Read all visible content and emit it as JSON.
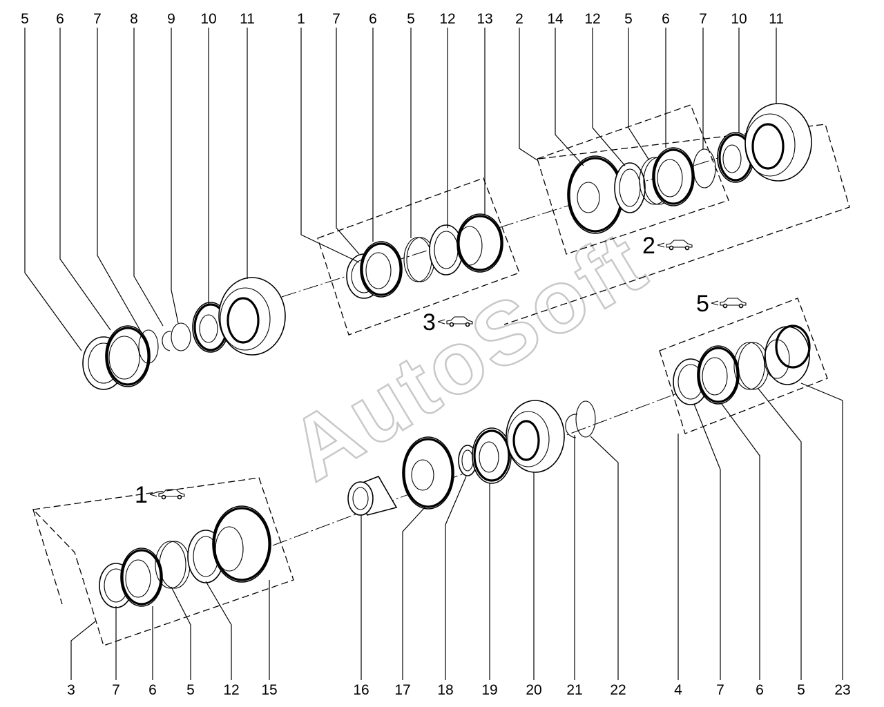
{
  "watermark": "AutoSoft",
  "callouts_top": [
    {
      "id": "t1",
      "label": "5"
    },
    {
      "id": "t2",
      "label": "6"
    },
    {
      "id": "t3",
      "label": "7"
    },
    {
      "id": "t4",
      "label": "8"
    },
    {
      "id": "t5",
      "label": "9"
    },
    {
      "id": "t6",
      "label": "10"
    },
    {
      "id": "t7",
      "label": "11"
    },
    {
      "id": "t8",
      "label": "1"
    },
    {
      "id": "t9",
      "label": "7"
    },
    {
      "id": "t10",
      "label": "6"
    },
    {
      "id": "t11",
      "label": "5"
    },
    {
      "id": "t12",
      "label": "12"
    },
    {
      "id": "t13",
      "label": "13"
    },
    {
      "id": "t14",
      "label": "2"
    },
    {
      "id": "t15",
      "label": "14"
    },
    {
      "id": "t16",
      "label": "12"
    },
    {
      "id": "t17",
      "label": "5"
    },
    {
      "id": "t18",
      "label": "6"
    },
    {
      "id": "t19",
      "label": "7"
    },
    {
      "id": "t20",
      "label": "10"
    },
    {
      "id": "t21",
      "label": "11"
    }
  ],
  "callouts_bottom": [
    {
      "id": "b1",
      "label": "3"
    },
    {
      "id": "b2",
      "label": "7"
    },
    {
      "id": "b3",
      "label": "6"
    },
    {
      "id": "b4",
      "label": "5"
    },
    {
      "id": "b5",
      "label": "12"
    },
    {
      "id": "b6",
      "label": "15"
    },
    {
      "id": "b7",
      "label": "16"
    },
    {
      "id": "b8",
      "label": "17"
    },
    {
      "id": "b9",
      "label": "18"
    },
    {
      "id": "b10",
      "label": "19"
    },
    {
      "id": "b11",
      "label": "20"
    },
    {
      "id": "b12",
      "label": "21"
    },
    {
      "id": "b13",
      "label": "22"
    },
    {
      "id": "b14",
      "label": "4"
    },
    {
      "id": "b15",
      "label": "7"
    },
    {
      "id": "b16",
      "label": "6"
    },
    {
      "id": "b17",
      "label": "5"
    },
    {
      "id": "b18",
      "label": "23"
    }
  ],
  "gear_groups": [
    {
      "id": "g1",
      "number": "1",
      "icon": "car-reverse-arrow-icon"
    },
    {
      "id": "g2",
      "number": "2",
      "icon": "car-reverse-arrow-icon"
    },
    {
      "id": "g3",
      "number": "3",
      "icon": "car-reverse-arrow-icon"
    },
    {
      "id": "g5",
      "number": "5",
      "icon": "car-reverse-arrow-icon"
    }
  ]
}
